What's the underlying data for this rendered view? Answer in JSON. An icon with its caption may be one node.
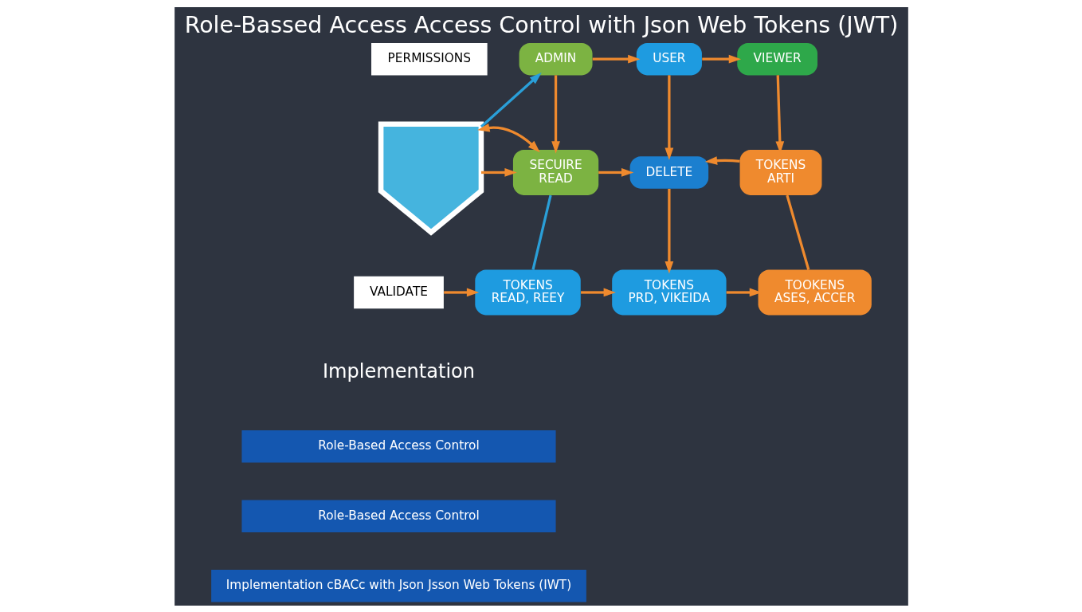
{
  "diagram": {
    "title": "Role-Bassed Access Access Control with Json Web Tokens (JWT)",
    "nodes": [
      {
        "text": [
          "ADMIN"
        ]
      },
      {
        "text": [
          "USER"
        ]
      },
      {
        "text": [
          "VIEWER"
        ]
      },
      {
        "text": [
          "SECUIRE",
          "READ"
        ]
      },
      {
        "text": [
          "DELETE"
        ]
      },
      {
        "text": [
          "TOKENS",
          "ARTI"
        ]
      },
      {
        "text": [
          "TOKENS",
          "READ, REEY"
        ]
      },
      {
        "text": [
          "TOKENS",
          "PRD, VIKEIDA"
        ]
      },
      {
        "text": [
          "TOOKENS",
          "ASES, ACCER"
        ]
      },
      {
        "text": [],
        "shape": "shield"
      },
      {
        "text": [
          "PERMISSIONS"
        ]
      },
      {
        "text": [
          "VALIDATE"
        ]
      },
      {
        "text": [
          "Role-Based Access Control"
        ]
      },
      {
        "text": [
          "Role-Based Access Control"
        ]
      },
      {
        "text": [
          "Implementation cBACc with Json Jsson Web Tokens (IWT)"
        ]
      }
    ],
    "edges": [
      {
        "from": 9,
        "to": 0,
        "arrow": "to",
        "color": "#2a9fd8"
      },
      {
        "from": 9,
        "to": 3,
        "arrow": "to"
      },
      {
        "from": 9,
        "to": 3,
        "arrow": "both"
      },
      {
        "from": 0,
        "to": 1,
        "arrow": "to"
      },
      {
        "from": 1,
        "to": 2,
        "arrow": "to"
      },
      {
        "from": 0,
        "to": 3,
        "arrow": "to"
      },
      {
        "from": 1,
        "to": 4,
        "arrow": "to"
      },
      {
        "from": 2,
        "to": 5,
        "arrow": "to"
      },
      {
        "from": 3,
        "to": 4,
        "arrow": "to"
      },
      {
        "from": 5,
        "to": 4,
        "arrow": "to"
      },
      {
        "from": 3,
        "to": 6,
        "arrow": "none",
        "color": "#2a9fd8"
      },
      {
        "from": 4,
        "to": 7,
        "arrow": "to"
      },
      {
        "from": 5,
        "to": 8,
        "arrow": "none"
      },
      {
        "from": 11,
        "to": 6,
        "arrow": "to"
      },
      {
        "from": 6,
        "to": 7,
        "arrow": "to"
      },
      {
        "from": 7,
        "to": 8,
        "arrow": "to"
      }
    ],
    "labels": [
      "Implementation"
    ]
  }
}
